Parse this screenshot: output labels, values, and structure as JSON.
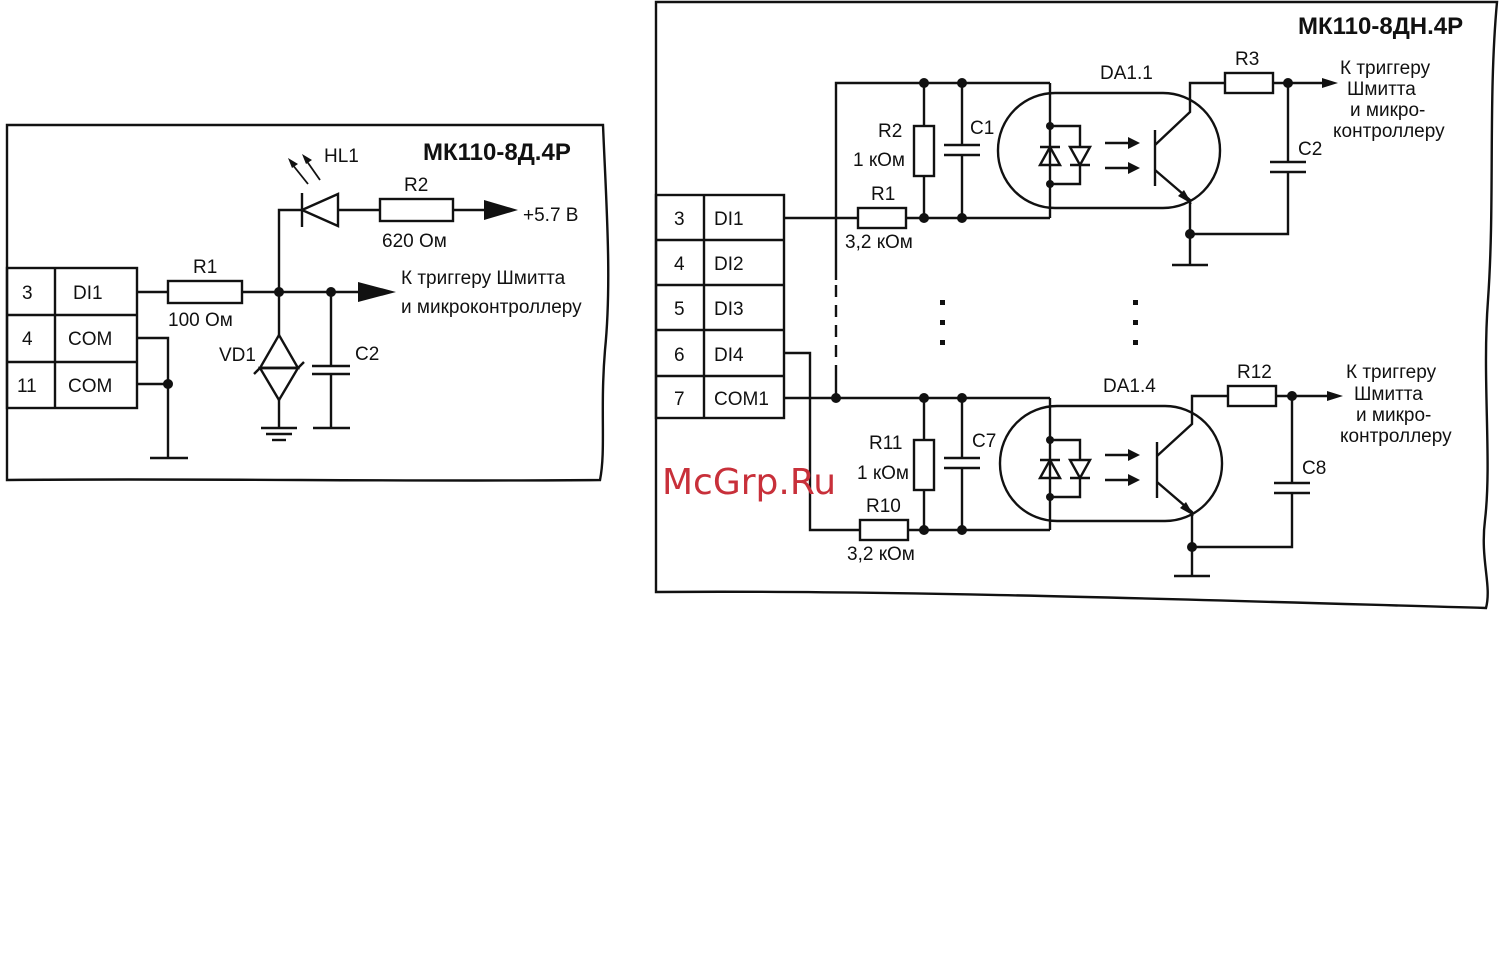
{
  "left": {
    "title": "МК110-8Д.4Р",
    "terminals": [
      {
        "num": "3",
        "name": "DI1"
      },
      {
        "num": "4",
        "name": "COM"
      },
      {
        "num": "11",
        "name": "COM"
      }
    ],
    "r1": {
      "ref": "R1",
      "value": "100 Ом"
    },
    "r2": {
      "ref": "R2",
      "value": "620 Ом"
    },
    "hl1": "HL1",
    "vd1": "VD1",
    "c2": "C2",
    "supply": "+5.7 В",
    "out_line1": "К триггеру Шмитта",
    "out_line2": "и микроконтроллеру"
  },
  "right": {
    "title": "МК110-8ДН.4Р",
    "terminals": [
      {
        "num": "3",
        "name": "DI1"
      },
      {
        "num": "4",
        "name": "DI2"
      },
      {
        "num": "5",
        "name": "DI3"
      },
      {
        "num": "6",
        "name": "DI4"
      },
      {
        "num": "7",
        "name": "COM1"
      }
    ],
    "ch1": {
      "da": "DA1.1",
      "r_shunt": {
        "ref": "R2",
        "value": "1 кОм"
      },
      "r_series": {
        "ref": "R1",
        "value": "3,2 кОм"
      },
      "c_in": "C1",
      "r_out": "R3",
      "c_out": "C2",
      "out_lines": [
        "К триггеру",
        "Шмитта",
        "и микро-",
        "контроллеру"
      ]
    },
    "ch4": {
      "da": "DA1.4",
      "r_shunt": {
        "ref": "R11",
        "value": "1 кОм"
      },
      "r_series": {
        "ref": "R10",
        "value": "3,2 кОм"
      },
      "c_in": "C7",
      "r_out": "R12",
      "c_out": "C8",
      "out_lines": [
        "К триггеру",
        "Шмитта",
        "и микро-",
        "контроллеру"
      ]
    }
  },
  "watermark": "McGrp.Ru"
}
